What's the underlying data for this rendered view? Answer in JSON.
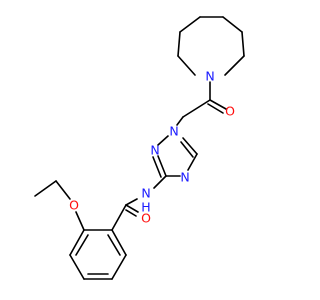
{
  "colors": {
    "bond": "#000000",
    "nitrogen": "#1a1aff",
    "oxygen": "#ff0d0d",
    "background": "#ffffff"
  },
  "atoms": {
    "azepane_N": {
      "label": "N",
      "element": "N"
    },
    "carbonyl_O_top": {
      "label": "O",
      "element": "O"
    },
    "triazole_N1": {
      "label": "N",
      "element": "N"
    },
    "triazole_N2": {
      "label": "N",
      "element": "N"
    },
    "triazole_N4": {
      "label": "N",
      "element": "N"
    },
    "amide_N": {
      "label": "N",
      "element": "N"
    },
    "amide_H": {
      "label": "H",
      "element": "N"
    },
    "ether_O": {
      "label": "O",
      "element": "O"
    },
    "amide_O": {
      "label": "O",
      "element": "O"
    }
  }
}
